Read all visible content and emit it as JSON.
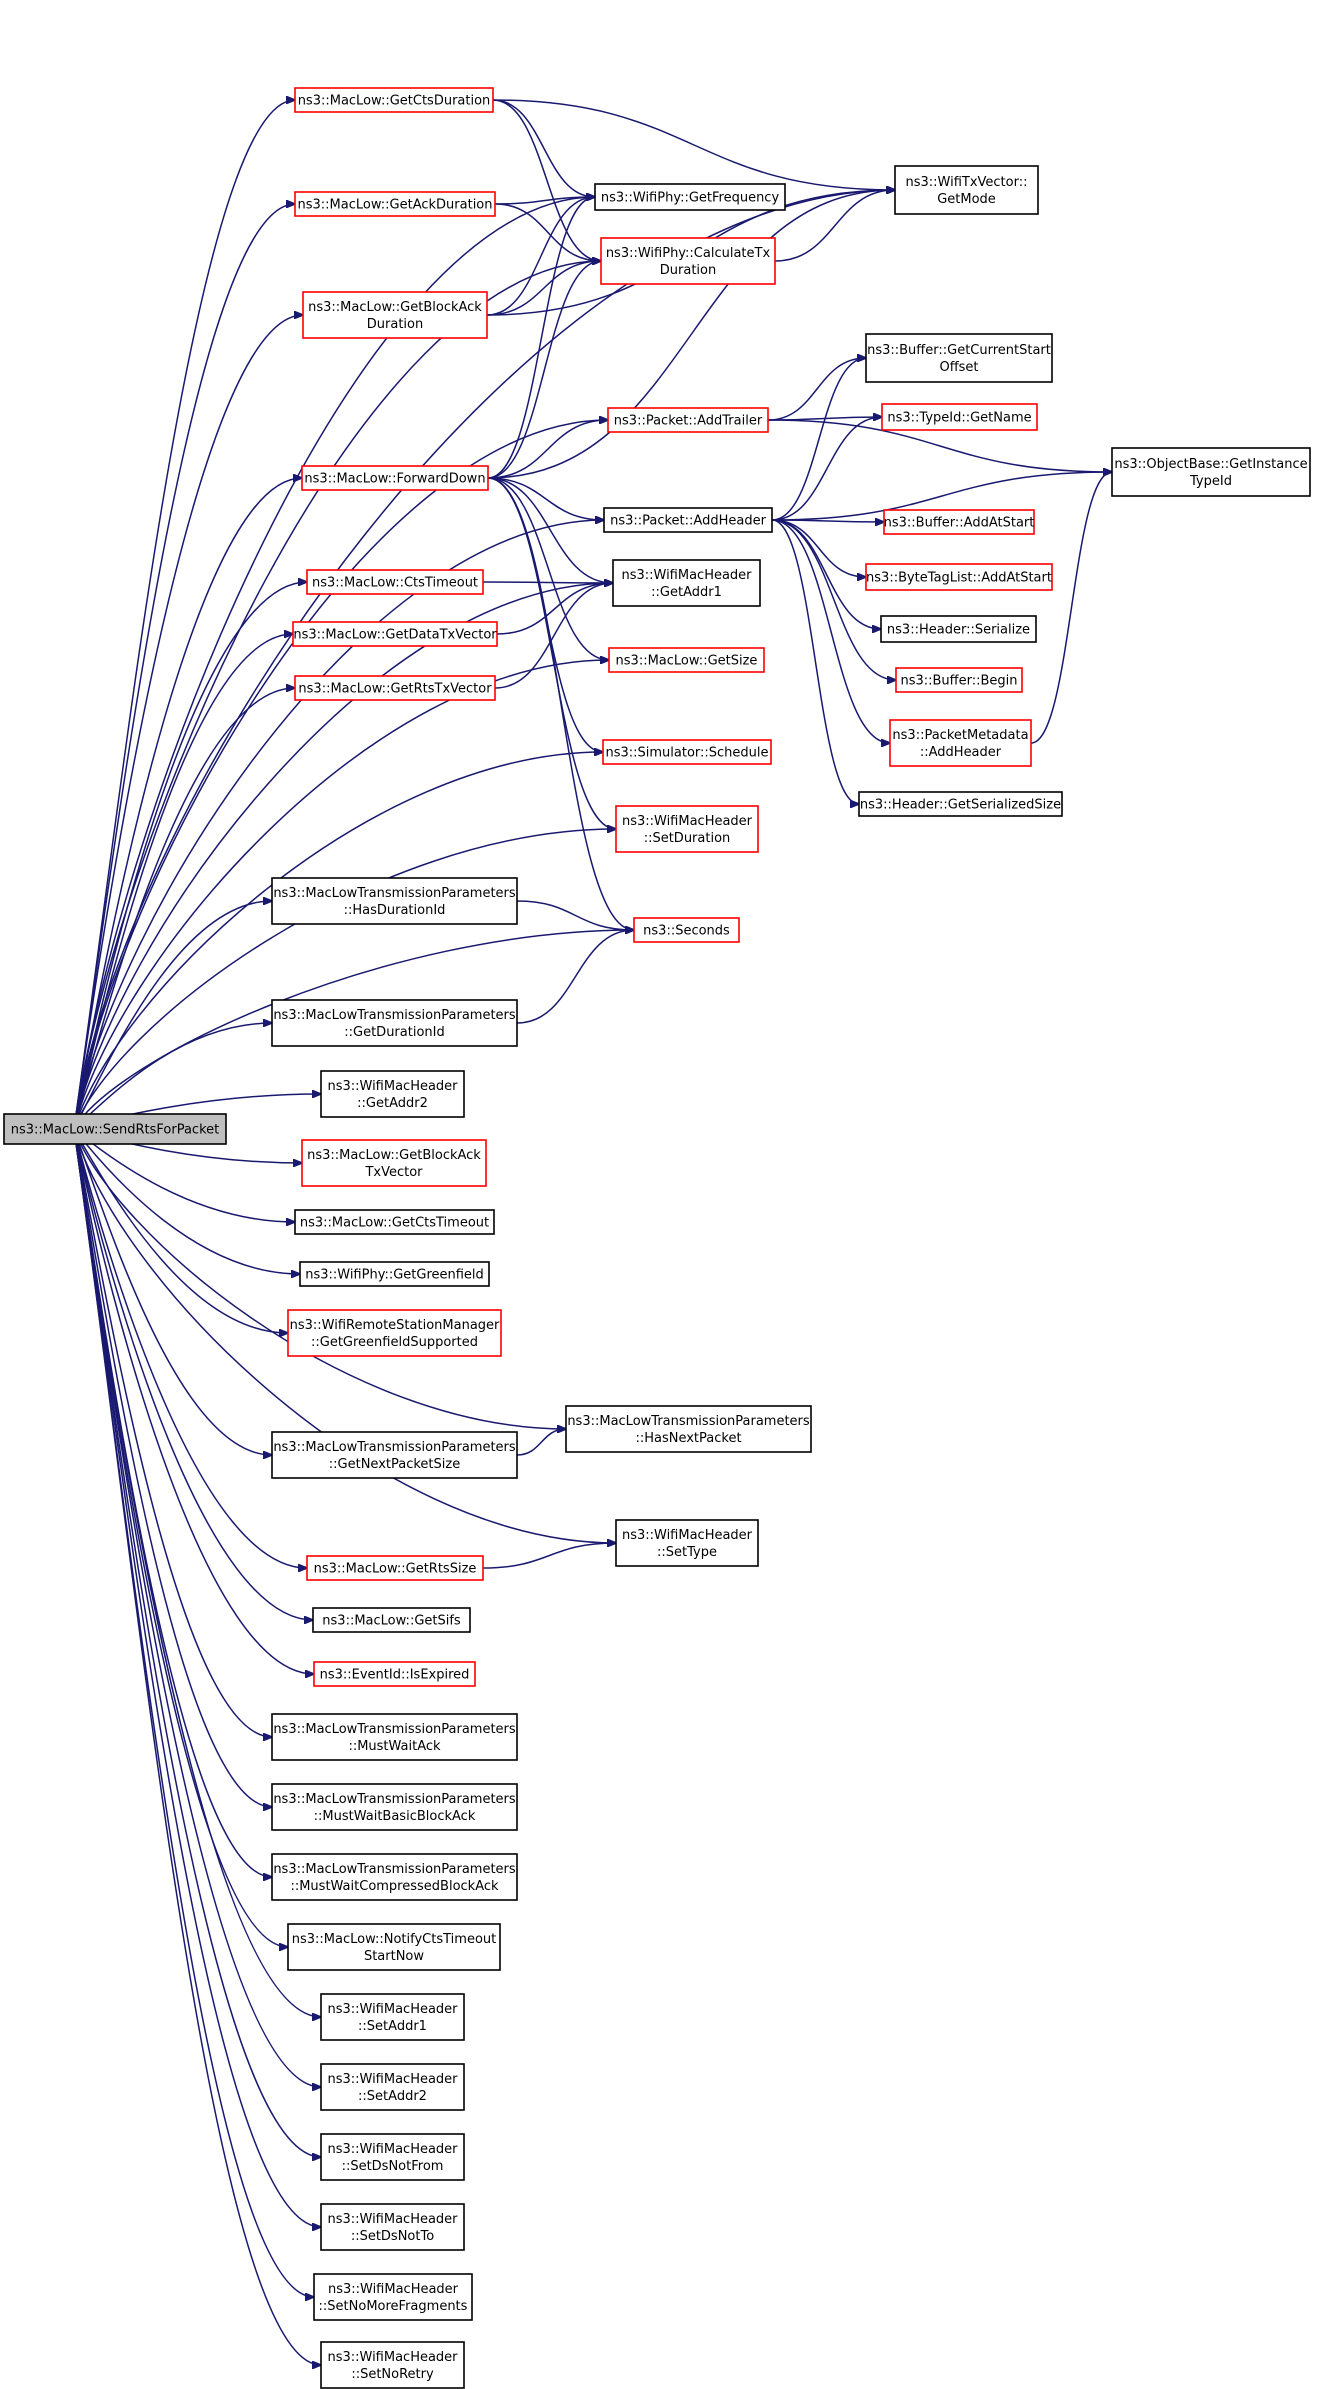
{
  "colors": {
    "edge": "#191970",
    "border_black": "#000000",
    "border_red": "#ff0000",
    "root_fill": "#bfbfbf"
  },
  "nodes": [
    {
      "id": "root",
      "lines": [
        "ns3::MacLow::SendRtsForPacket"
      ],
      "border": "black",
      "root": true
    },
    {
      "id": "getCtsDuration",
      "lines": [
        "ns3::MacLow::GetCtsDuration"
      ],
      "border": "red"
    },
    {
      "id": "getAckDuration",
      "lines": [
        "ns3::MacLow::GetAckDuration"
      ],
      "border": "red"
    },
    {
      "id": "getBlockAckDuration",
      "lines": [
        "ns3::MacLow::GetBlockAck",
        "Duration"
      ],
      "border": "red"
    },
    {
      "id": "forwardDown",
      "lines": [
        "ns3::MacLow::ForwardDown"
      ],
      "border": "red"
    },
    {
      "id": "ctsTimeout",
      "lines": [
        "ns3::MacLow::CtsTimeout"
      ],
      "border": "red"
    },
    {
      "id": "getDataTxVector",
      "lines": [
        "ns3::MacLow::GetDataTxVector"
      ],
      "border": "red"
    },
    {
      "id": "getRtsTxVector",
      "lines": [
        "ns3::MacLow::GetRtsTxVector"
      ],
      "border": "red"
    },
    {
      "id": "hasDurationId",
      "lines": [
        "ns3::MacLowTransmissionParameters",
        "::HasDurationId"
      ],
      "border": "black"
    },
    {
      "id": "getDurationId",
      "lines": [
        "ns3::MacLowTransmissionParameters",
        "::GetDurationId"
      ],
      "border": "black"
    },
    {
      "id": "getAddr2",
      "lines": [
        "ns3::WifiMacHeader",
        "::GetAddr2"
      ],
      "border": "black"
    },
    {
      "id": "getBlockAckTxVector",
      "lines": [
        "ns3::MacLow::GetBlockAck",
        "TxVector"
      ],
      "border": "red"
    },
    {
      "id": "getCtsTimeout",
      "lines": [
        "ns3::MacLow::GetCtsTimeout"
      ],
      "border": "black"
    },
    {
      "id": "getGreenfield",
      "lines": [
        "ns3::WifiPhy::GetGreenfield"
      ],
      "border": "black"
    },
    {
      "id": "getGreenfieldSupported",
      "lines": [
        "ns3::WifiRemoteStationManager",
        "::GetGreenfieldSupported"
      ],
      "border": "red"
    },
    {
      "id": "getNextPacketSize",
      "lines": [
        "ns3::MacLowTransmissionParameters",
        "::GetNextPacketSize"
      ],
      "border": "black"
    },
    {
      "id": "getRtsSize",
      "lines": [
        "ns3::MacLow::GetRtsSize"
      ],
      "border": "red"
    },
    {
      "id": "getSifs",
      "lines": [
        "ns3::MacLow::GetSifs"
      ],
      "border": "black"
    },
    {
      "id": "isExpired",
      "lines": [
        "ns3::EventId::IsExpired"
      ],
      "border": "red"
    },
    {
      "id": "mustWaitAck",
      "lines": [
        "ns3::MacLowTransmissionParameters",
        "::MustWaitAck"
      ],
      "border": "black"
    },
    {
      "id": "mustWaitBasicBlockAck",
      "lines": [
        "ns3::MacLowTransmissionParameters",
        "::MustWaitBasicBlockAck"
      ],
      "border": "black"
    },
    {
      "id": "mustWaitCompressedBlockAck",
      "lines": [
        "ns3::MacLowTransmissionParameters",
        "::MustWaitCompressedBlockAck"
      ],
      "border": "black"
    },
    {
      "id": "notifyCtsTimeoutStartNow",
      "lines": [
        "ns3::MacLow::NotifyCtsTimeout",
        "StartNow"
      ],
      "border": "black"
    },
    {
      "id": "setAddr1",
      "lines": [
        "ns3::WifiMacHeader",
        "::SetAddr1"
      ],
      "border": "black"
    },
    {
      "id": "setAddr2",
      "lines": [
        "ns3::WifiMacHeader",
        "::SetAddr2"
      ],
      "border": "black"
    },
    {
      "id": "setDsNotFrom",
      "lines": [
        "ns3::WifiMacHeader",
        "::SetDsNotFrom"
      ],
      "border": "black"
    },
    {
      "id": "setDsNotTo",
      "lines": [
        "ns3::WifiMacHeader",
        "::SetDsNotTo"
      ],
      "border": "black"
    },
    {
      "id": "setNoMoreFragments",
      "lines": [
        "ns3::WifiMacHeader",
        "::SetNoMoreFragments"
      ],
      "border": "black"
    },
    {
      "id": "setNoRetry",
      "lines": [
        "ns3::WifiMacHeader",
        "::SetNoRetry"
      ],
      "border": "black"
    },
    {
      "id": "getFrequency",
      "lines": [
        "ns3::WifiPhy::GetFrequency"
      ],
      "border": "black"
    },
    {
      "id": "calculateTxDuration",
      "lines": [
        "ns3::WifiPhy::CalculateTx",
        "Duration"
      ],
      "border": "red"
    },
    {
      "id": "getMode",
      "lines": [
        "ns3::WifiTxVector::",
        "GetMode"
      ],
      "border": "black"
    },
    {
      "id": "addTrailer",
      "lines": [
        "ns3::Packet::AddTrailer"
      ],
      "border": "red"
    },
    {
      "id": "addHeader",
      "lines": [
        "ns3::Packet::AddHeader"
      ],
      "border": "black"
    },
    {
      "id": "getAddr1",
      "lines": [
        "ns3::WifiMacHeader",
        "::GetAddr1"
      ],
      "border": "black"
    },
    {
      "id": "getSize",
      "lines": [
        "ns3::MacLow::GetSize"
      ],
      "border": "red"
    },
    {
      "id": "schedule",
      "lines": [
        "ns3::Simulator::Schedule"
      ],
      "border": "red"
    },
    {
      "id": "setDuration",
      "lines": [
        "ns3::WifiMacHeader",
        "::SetDuration"
      ],
      "border": "red"
    },
    {
      "id": "seconds",
      "lines": [
        "ns3::Seconds"
      ],
      "border": "red"
    },
    {
      "id": "hasNextPacket",
      "lines": [
        "ns3::MacLowTransmissionParameters",
        "::HasNextPacket"
      ],
      "border": "black"
    },
    {
      "id": "setType",
      "lines": [
        "ns3::WifiMacHeader",
        "::SetType"
      ],
      "border": "black"
    },
    {
      "id": "getCurrentStartOffset",
      "lines": [
        "ns3::Buffer::GetCurrentStart",
        "Offset"
      ],
      "border": "black"
    },
    {
      "id": "getName",
      "lines": [
        "ns3::TypeId::GetName"
      ],
      "border": "red"
    },
    {
      "id": "getInstanceTypeId",
      "lines": [
        "ns3::ObjectBase::GetInstance",
        "TypeId"
      ],
      "border": "black"
    },
    {
      "id": "addAtStart",
      "lines": [
        "ns3::Buffer::AddAtStart"
      ],
      "border": "red"
    },
    {
      "id": "byteTagListAddAtStart",
      "lines": [
        "ns3::ByteTagList::AddAtStart"
      ],
      "border": "red"
    },
    {
      "id": "headerSerialize",
      "lines": [
        "ns3::Header::Serialize"
      ],
      "border": "black"
    },
    {
      "id": "bufferBegin",
      "lines": [
        "ns3::Buffer::Begin"
      ],
      "border": "red"
    },
    {
      "id": "packetMetadataAddHeader",
      "lines": [
        "ns3::PacketMetadata",
        "::AddHeader"
      ],
      "border": "red"
    },
    {
      "id": "getSerializedSize",
      "lines": [
        "ns3::Header::GetSerializedSize"
      ],
      "border": "black"
    }
  ],
  "edges": [
    [
      "root",
      "getCtsDuration"
    ],
    [
      "root",
      "getAckDuration"
    ],
    [
      "root",
      "getBlockAckDuration"
    ],
    [
      "root",
      "forwardDown"
    ],
    [
      "root",
      "ctsTimeout"
    ],
    [
      "root",
      "getDataTxVector"
    ],
    [
      "root",
      "getRtsTxVector"
    ],
    [
      "root",
      "hasDurationId"
    ],
    [
      "root",
      "getDurationId"
    ],
    [
      "root",
      "getAddr2"
    ],
    [
      "root",
      "getBlockAckTxVector"
    ],
    [
      "root",
      "getCtsTimeout"
    ],
    [
      "root",
      "getGreenfield"
    ],
    [
      "root",
      "getGreenfieldSupported"
    ],
    [
      "root",
      "getNextPacketSize"
    ],
    [
      "root",
      "getRtsSize"
    ],
    [
      "root",
      "getSifs"
    ],
    [
      "root",
      "isExpired"
    ],
    [
      "root",
      "mustWaitAck"
    ],
    [
      "root",
      "mustWaitBasicBlockAck"
    ],
    [
      "root",
      "mustWaitCompressedBlockAck"
    ],
    [
      "root",
      "notifyCtsTimeoutStartNow"
    ],
    [
      "root",
      "setAddr1"
    ],
    [
      "root",
      "setAddr2"
    ],
    [
      "root",
      "setDsNotFrom"
    ],
    [
      "root",
      "setDsNotTo"
    ],
    [
      "root",
      "setNoMoreFragments"
    ],
    [
      "root",
      "setNoRetry"
    ],
    [
      "root",
      "getMode"
    ],
    [
      "root",
      "getFrequency"
    ],
    [
      "root",
      "calculateTxDuration"
    ],
    [
      "root",
      "addTrailer"
    ],
    [
      "root",
      "addHeader"
    ],
    [
      "root",
      "getAddr1"
    ],
    [
      "root",
      "getSize"
    ],
    [
      "root",
      "schedule"
    ],
    [
      "root",
      "setDuration"
    ],
    [
      "root",
      "seconds"
    ],
    [
      "root",
      "hasNextPacket"
    ],
    [
      "root",
      "setType"
    ],
    [
      "getCtsDuration",
      "getMode"
    ],
    [
      "getCtsDuration",
      "getFrequency"
    ],
    [
      "getCtsDuration",
      "calculateTxDuration"
    ],
    [
      "getAckDuration",
      "getFrequency"
    ],
    [
      "getAckDuration",
      "calculateTxDuration"
    ],
    [
      "getBlockAckDuration",
      "getFrequency"
    ],
    [
      "getBlockAckDuration",
      "calculateTxDuration"
    ],
    [
      "getBlockAckDuration",
      "getMode"
    ],
    [
      "calculateTxDuration",
      "getMode"
    ],
    [
      "forwardDown",
      "getFrequency"
    ],
    [
      "forwardDown",
      "calculateTxDuration"
    ],
    [
      "forwardDown",
      "getMode"
    ],
    [
      "forwardDown",
      "addTrailer"
    ],
    [
      "forwardDown",
      "addHeader"
    ],
    [
      "forwardDown",
      "getAddr1"
    ],
    [
      "forwardDown",
      "getSize"
    ],
    [
      "forwardDown",
      "schedule"
    ],
    [
      "forwardDown",
      "setDuration"
    ],
    [
      "forwardDown",
      "seconds"
    ],
    [
      "ctsTimeout",
      "getAddr1"
    ],
    [
      "getDataTxVector",
      "getAddr1"
    ],
    [
      "getRtsTxVector",
      "getAddr1"
    ],
    [
      "hasDurationId",
      "seconds"
    ],
    [
      "getDurationId",
      "seconds"
    ],
    [
      "getNextPacketSize",
      "hasNextPacket"
    ],
    [
      "getRtsSize",
      "setType"
    ],
    [
      "addTrailer",
      "getCurrentStartOffset"
    ],
    [
      "addTrailer",
      "getName"
    ],
    [
      "addTrailer",
      "getInstanceTypeId"
    ],
    [
      "addHeader",
      "getCurrentStartOffset"
    ],
    [
      "addHeader",
      "getName"
    ],
    [
      "addHeader",
      "getInstanceTypeId"
    ],
    [
      "addHeader",
      "addAtStart"
    ],
    [
      "addHeader",
      "byteTagListAddAtStart"
    ],
    [
      "addHeader",
      "headerSerialize"
    ],
    [
      "addHeader",
      "bufferBegin"
    ],
    [
      "addHeader",
      "packetMetadataAddHeader"
    ],
    [
      "addHeader",
      "getSerializedSize"
    ],
    [
      "packetMetadataAddHeader",
      "getInstanceTypeId"
    ]
  ]
}
